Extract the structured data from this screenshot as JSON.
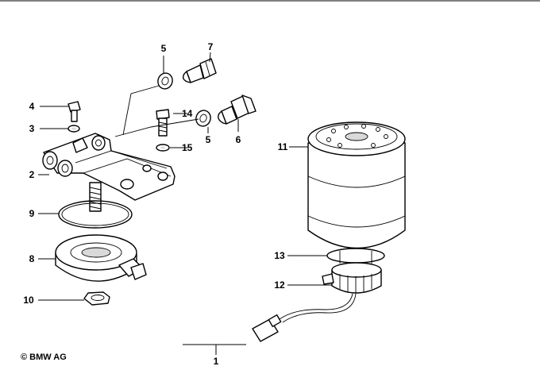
{
  "copyright": "© BMW AG",
  "callouts": {
    "p1": "1",
    "p2": "2",
    "p3": "3",
    "p4": "4",
    "p5a": "5",
    "p5b": "5",
    "p6": "6",
    "p7": "7",
    "p8": "8",
    "p9": "9",
    "p10": "10",
    "p11": "11",
    "p12": "12",
    "p13": "13",
    "p14": "14",
    "p15": "15"
  }
}
